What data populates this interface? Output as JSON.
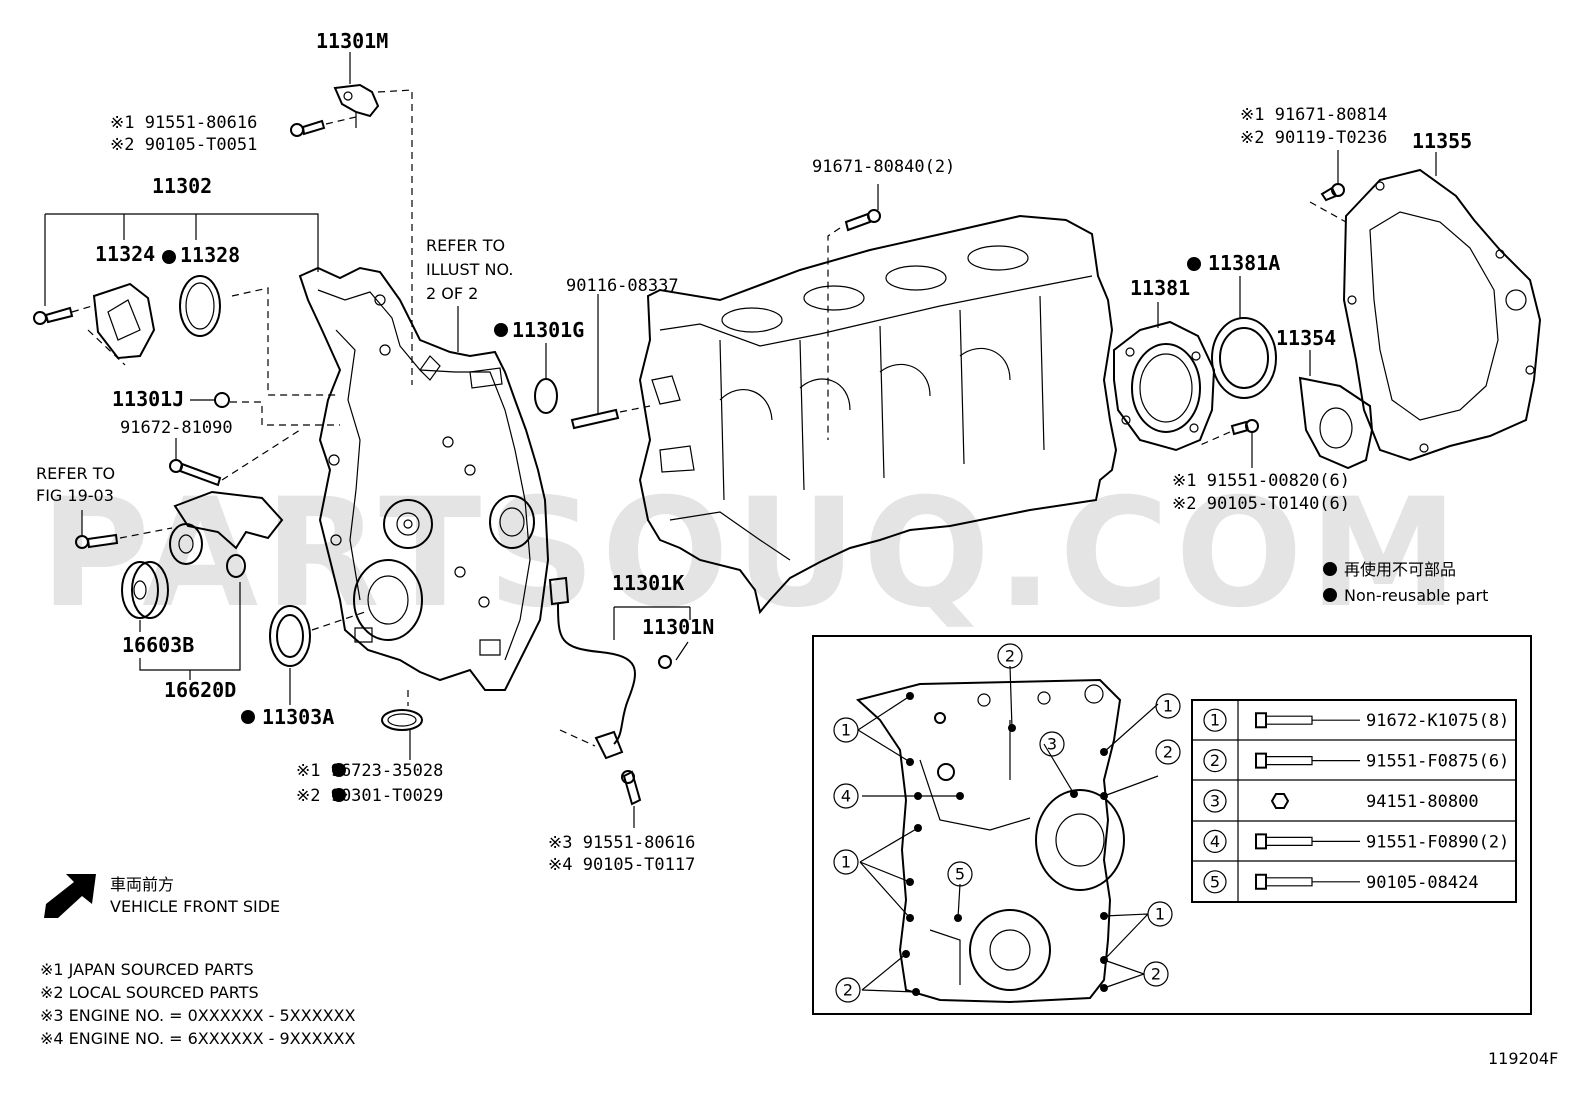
{
  "labels": {
    "p11301M": "11301M",
    "ref1": "※1 91551-80616",
    "ref2": "※2 90105-T0051",
    "p11302": "11302",
    "p11324": "11324",
    "p11328": "11328",
    "refer_line1": "REFER TO",
    "refer_line2": "ILLUST NO.",
    "refer_line3": "2 OF 2",
    "p11301G": "11301G",
    "p90116": "90116-08337",
    "p91671_80840": "91671-80840(2)",
    "p11301J": "11301J",
    "p91672_81090": "91672-81090",
    "fig_line1": "REFER TO",
    "fig_line2": "FIG 19-03",
    "p16603B": "16603B",
    "p16620D": "16620D",
    "p11303A": "11303A",
    "p96723": "※1  96723-35028",
    "p90301": "※2  90301-T0029",
    "p11301K": "11301K",
    "p11301N": "11301N",
    "p91551_80616b": "※3 91551-80616",
    "p90105_T0117": "※4 90105-T0117",
    "p11381A": "11381A",
    "p11381": "11381",
    "p91551_00820": "※1 91551-00820(6)",
    "p90105_T0140": "※2 90105-T0140(6)",
    "p91671_80814": "※1 91671-80814",
    "p90119_T0236": "※2 90119-T0236",
    "p11355": "11355",
    "p11354": "11354"
  },
  "legend": {
    "jp": "再使用不可部品",
    "en": "Non-reusable part"
  },
  "front": {
    "jp": "車両前方",
    "en": "VEHICLE FRONT SIDE"
  },
  "notes": [
    "※1 JAPAN SOURCED PARTS",
    "※2 LOCAL SOURCED PARTS",
    "※3 ENGINE NO. = 0XXXXXX - 5XXXXXX",
    "※4 ENGINE NO. = 6XXXXXX - 9XXXXXX"
  ],
  "bolt_table": [
    {
      "num": "1",
      "part": "91672-K1075(8)"
    },
    {
      "num": "2",
      "part": "91551-F0875(6)"
    },
    {
      "num": "3",
      "part": "94151-80800"
    },
    {
      "num": "4",
      "part": "91551-F0890(2)"
    },
    {
      "num": "5",
      "part": "90105-08424"
    }
  ],
  "illust_no": "119204F",
  "watermark": "PARTSOUQ.COM"
}
